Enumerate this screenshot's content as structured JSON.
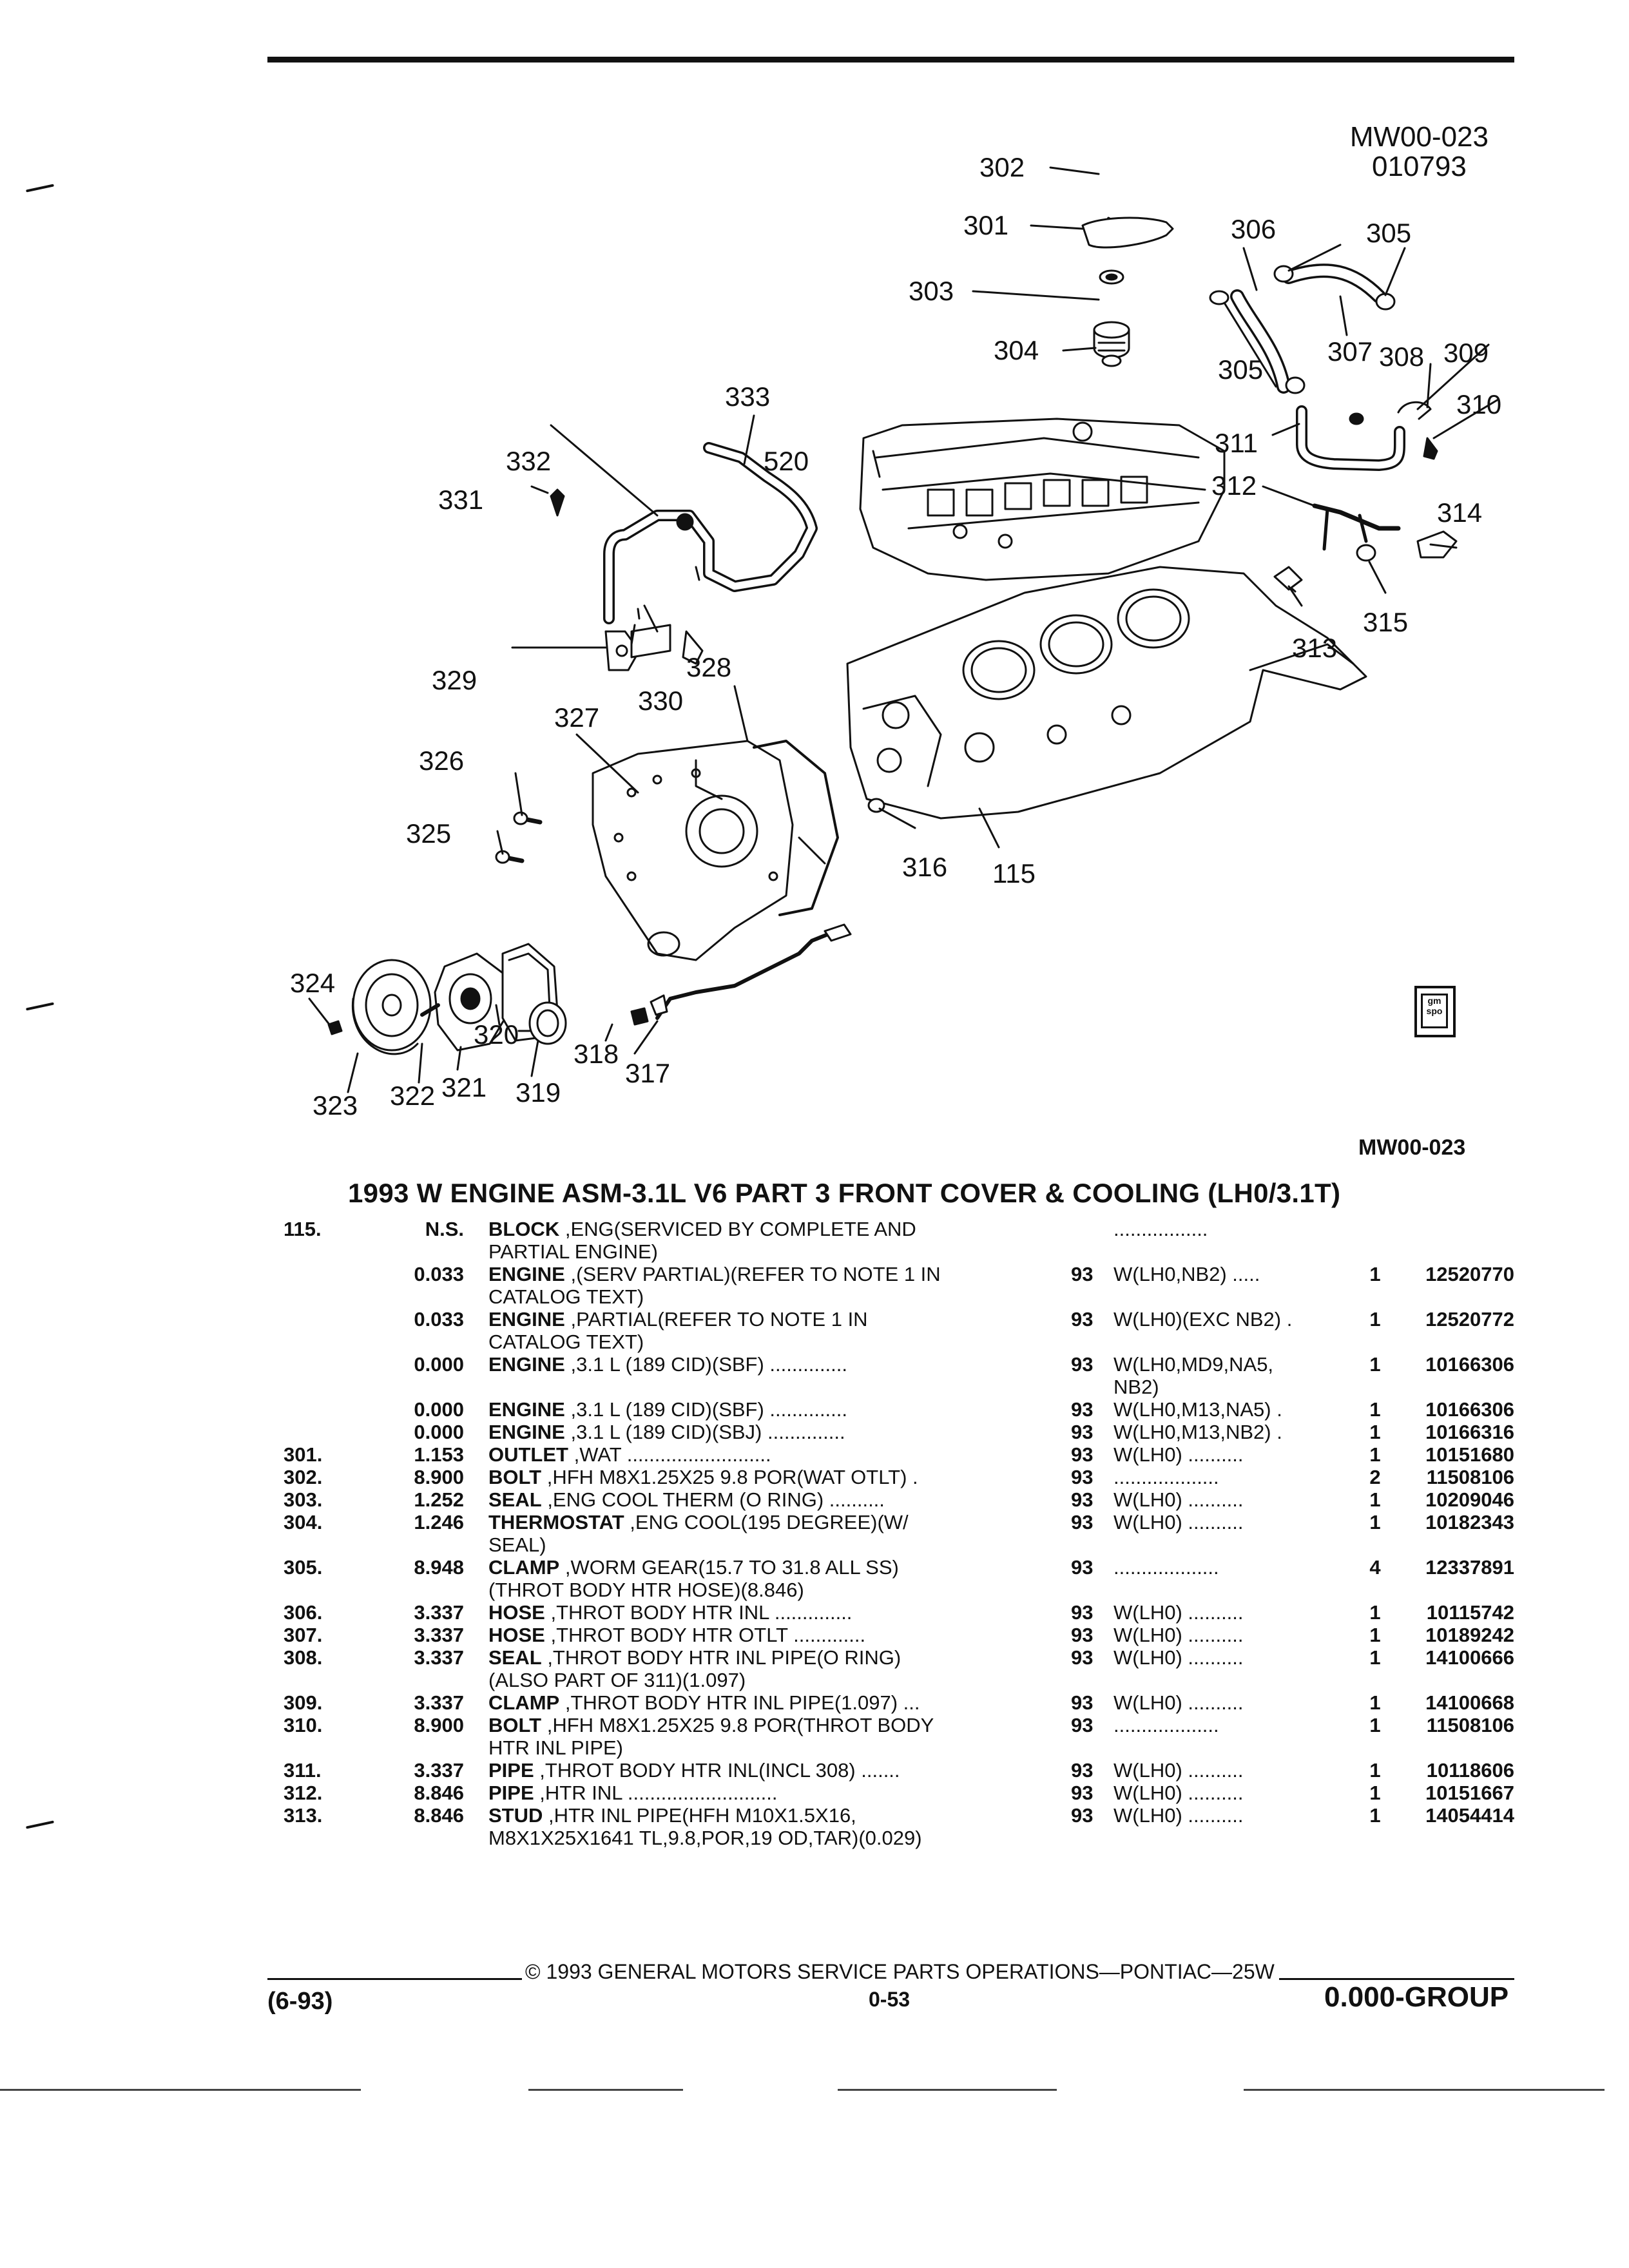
{
  "header": {
    "code_line1": "MW00-023",
    "code_line2": "010793"
  },
  "diagram": {
    "callouts": [
      "302",
      "301",
      "303",
      "304",
      "306",
      "305",
      "305",
      "307",
      "308",
      "309",
      "310",
      "311",
      "312",
      "314",
      "313",
      "315",
      "333",
      "332",
      "331",
      "520",
      "329",
      "330",
      "328",
      "327",
      "326",
      "325",
      "316",
      "115",
      "324",
      "323",
      "322",
      "321",
      "320",
      "319",
      "318",
      "317"
    ],
    "ref_code": "MW00-023",
    "badge_text": "gm spo"
  },
  "section_title": "1993 W ENGINE ASM-3.1L V6 PART 3 FRONT COVER & COOLING (LH0/3.1T)",
  "parts": [
    {
      "ref": "115.",
      "group": "N.S.",
      "name": "BLOCK",
      "desc": ",ENG(SERVICED BY COMPLETE AND",
      "desc2": "PARTIAL ENGINE)",
      "year": "",
      "usage": ".................",
      "qty": "",
      "pn": ""
    },
    {
      "ref": "",
      "group": "0.033",
      "name": "ENGINE",
      "desc": ",(SERV PARTIAL)(REFER TO NOTE 1 IN",
      "desc2": "CATALOG TEXT)",
      "year": "93",
      "usage": "W(LH0,NB2) .....",
      "qty": "1",
      "pn": "12520770"
    },
    {
      "ref": "",
      "group": "0.033",
      "name": "ENGINE",
      "desc": ",PARTIAL(REFER TO NOTE 1 IN",
      "desc2": "CATALOG TEXT)",
      "year": "93",
      "usage": "W(LH0)(EXC NB2) .",
      "qty": "1",
      "pn": "12520772"
    },
    {
      "ref": "",
      "group": "0.000",
      "name": "ENGINE",
      "desc": ",3.1 L (189 CID)(SBF) ..............",
      "desc2": "",
      "year": "93",
      "usage": "W(LH0,MD9,NA5,",
      "usage2": "NB2)",
      "qty": "1",
      "pn": "10166306"
    },
    {
      "ref": "",
      "group": "0.000",
      "name": "ENGINE",
      "desc": ",3.1 L (189 CID)(SBF) ..............",
      "desc2": "",
      "year": "93",
      "usage": "W(LH0,M13,NA5) .",
      "qty": "1",
      "pn": "10166306"
    },
    {
      "ref": "",
      "group": "0.000",
      "name": "ENGINE",
      "desc": ",3.1 L (189 CID)(SBJ) ..............",
      "desc2": "",
      "year": "93",
      "usage": "W(LH0,M13,NB2) .",
      "qty": "1",
      "pn": "10166316"
    },
    {
      "ref": "301.",
      "group": "1.153",
      "name": "OUTLET",
      "desc": ",WAT ..........................",
      "desc2": "",
      "year": "93",
      "usage": "W(LH0) ..........",
      "qty": "1",
      "pn": "10151680"
    },
    {
      "ref": "302.",
      "group": "8.900",
      "name": "BOLT",
      "desc": ",HFH M8X1.25X25 9.8 POR(WAT OTLT) .",
      "desc2": "",
      "year": "93",
      "usage": "...................",
      "qty": "2",
      "pn": "11508106"
    },
    {
      "ref": "303.",
      "group": "1.252",
      "name": "SEAL",
      "desc": ",ENG COOL THERM (O RING) ..........",
      "desc2": "",
      "year": "93",
      "usage": "W(LH0) ..........",
      "qty": "1",
      "pn": "10209046"
    },
    {
      "ref": "304.",
      "group": "1.246",
      "name": "THERMOSTAT",
      "desc": ",ENG COOL(195 DEGREE)(W/",
      "desc2": "SEAL)",
      "year": "93",
      "usage": "W(LH0) ..........",
      "qty": "1",
      "pn": "10182343"
    },
    {
      "ref": "305.",
      "group": "8.948",
      "name": "CLAMP",
      "desc": ",WORM GEAR(15.7 TO 31.8 ALL SS)",
      "desc2": "(THROT BODY HTR HOSE)(8.846)",
      "year": "93",
      "usage": "...................",
      "qty": "4",
      "pn": "12337891"
    },
    {
      "ref": "306.",
      "group": "3.337",
      "name": "HOSE",
      "desc": ",THROT BODY HTR INL ..............",
      "desc2": "",
      "year": "93",
      "usage": "W(LH0) ..........",
      "qty": "1",
      "pn": "10115742"
    },
    {
      "ref": "307.",
      "group": "3.337",
      "name": "HOSE",
      "desc": ",THROT BODY HTR OTLT .............",
      "desc2": "",
      "year": "93",
      "usage": "W(LH0) ..........",
      "qty": "1",
      "pn": "10189242"
    },
    {
      "ref": "308.",
      "group": "3.337",
      "name": "SEAL",
      "desc": ",THROT BODY HTR INL PIPE(O RING)",
      "desc2": "(ALSO PART OF 311)(1.097)",
      "year": "93",
      "usage": "W(LH0) ..........",
      "qty": "1",
      "pn": "14100666"
    },
    {
      "ref": "309.",
      "group": "3.337",
      "name": "CLAMP",
      "desc": ",THROT BODY HTR INL PIPE(1.097) ...",
      "desc2": "",
      "year": "93",
      "usage": "W(LH0) ..........",
      "qty": "1",
      "pn": "14100668"
    },
    {
      "ref": "310.",
      "group": "8.900",
      "name": "BOLT",
      "desc": ",HFH M8X1.25X25 9.8 POR(THROT BODY",
      "desc2": "HTR INL PIPE)",
      "year": "93",
      "usage": "...................",
      "qty": "1",
      "pn": "11508106"
    },
    {
      "ref": "311.",
      "group": "3.337",
      "name": "PIPE",
      "desc": ",THROT BODY HTR INL(INCL 308) .......",
      "desc2": "",
      "year": "93",
      "usage": "W(LH0) ..........",
      "qty": "1",
      "pn": "10118606"
    },
    {
      "ref": "312.",
      "group": "8.846",
      "name": "PIPE",
      "desc": ",HTR INL ...........................",
      "desc2": "",
      "year": "93",
      "usage": "W(LH0) ..........",
      "qty": "1",
      "pn": "10151667"
    },
    {
      "ref": "313.",
      "group": "8.846",
      "name": "STUD",
      "desc": ",HTR INL PIPE(HFH M10X1.5X16,",
      "desc2": "M8X1X25X1641 TL,9.8,POR,19 OD,TAR)(0.029)",
      "year": "93",
      "usage": "W(LH0) ..........",
      "qty": "1",
      "pn": "14054414"
    }
  ],
  "footer": {
    "copyright": "© 1993 GENERAL MOTORS SERVICE PARTS OPERATIONS—PONTIAC—25W",
    "date": "(6-93)",
    "page": "0-53",
    "group": "0.000-GROUP"
  }
}
